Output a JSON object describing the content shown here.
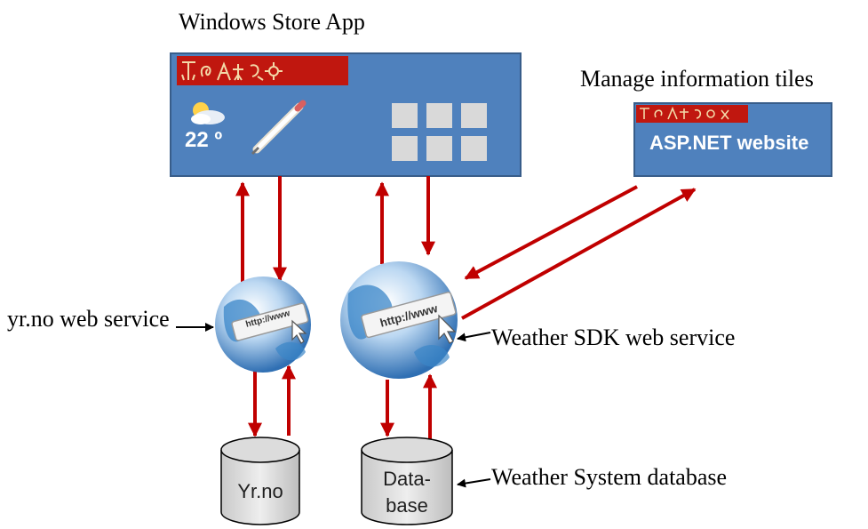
{
  "labels": {
    "windows_store_app": "Windows Store App",
    "manage_tiles": "Manage information tiles",
    "yrno_service": "yr.no web service",
    "weather_sdk_service": "Weather SDK web service",
    "weather_system_db": "Weather System database"
  },
  "app_box": {
    "temperature": "22 º",
    "fill_color": "#4f81bd",
    "banner_color": "#c0170f"
  },
  "website_box": {
    "title": "ASP.NET website"
  },
  "globes": {
    "url_text": "http://www"
  },
  "databases": {
    "yrno_label": "Yr.no",
    "db_label_line1": "Data-",
    "db_label_line2": "base"
  },
  "arrow_color": "#c00000"
}
